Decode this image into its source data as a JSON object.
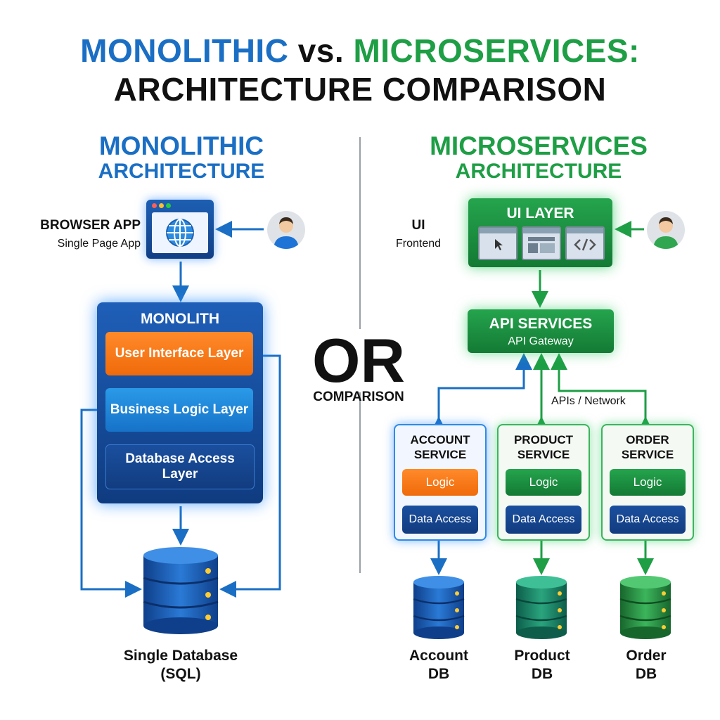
{
  "title": {
    "line1_part1": "MONOLITHIC",
    "line1_part2": "vs.",
    "line1_part3": "MICROSERVICES:",
    "line2": "ARCHITECTURE COMPARISON"
  },
  "colors": {
    "blue": "#1a6fc4",
    "green": "#1e9e45",
    "orange": "#f07a1a",
    "dark": "#111111"
  },
  "left": {
    "heading1": "MONOLITHIC",
    "heading2": "ARCHITECTURE",
    "browser_title": "BROWSER APP",
    "browser_sub": "Single Page App",
    "monolith_title": "MONOLITH",
    "layers": [
      "User Interface Layer",
      "Business Logic Layer",
      "Database Access Layer"
    ],
    "db_label1": "Single Database",
    "db_label2": "(SQL)"
  },
  "center": {
    "or": "OR",
    "comparison": "COMPARISON"
  },
  "right": {
    "heading1": "MICROSERVICES",
    "heading2": "ARCHITECTURE",
    "ui_label": "UI",
    "ui_sub": "Frontend",
    "ui_layer": "UI LAYER",
    "api_title": "API SERVICES",
    "api_sub": "API Gateway",
    "api_link": "APIs / Network",
    "services": [
      {
        "name1": "ACCOUNT",
        "name2": "SERVICE",
        "logic": "Logic",
        "data": "Data Access",
        "db1": "Account",
        "db2": "DB"
      },
      {
        "name1": "PRODUCT",
        "name2": "SERVICE",
        "logic": "Logic",
        "data": "Data Access",
        "db1": "Product",
        "db2": "DB"
      },
      {
        "name1": "ORDER",
        "name2": "SERVICE",
        "logic": "Logic",
        "data": "Data Access",
        "db1": "Order",
        "db2": "DB"
      }
    ]
  },
  "icons": [
    "globe-icon",
    "user-avatar-icon",
    "database-icon",
    "cursor-icon",
    "layout-icon",
    "code-icon"
  ]
}
